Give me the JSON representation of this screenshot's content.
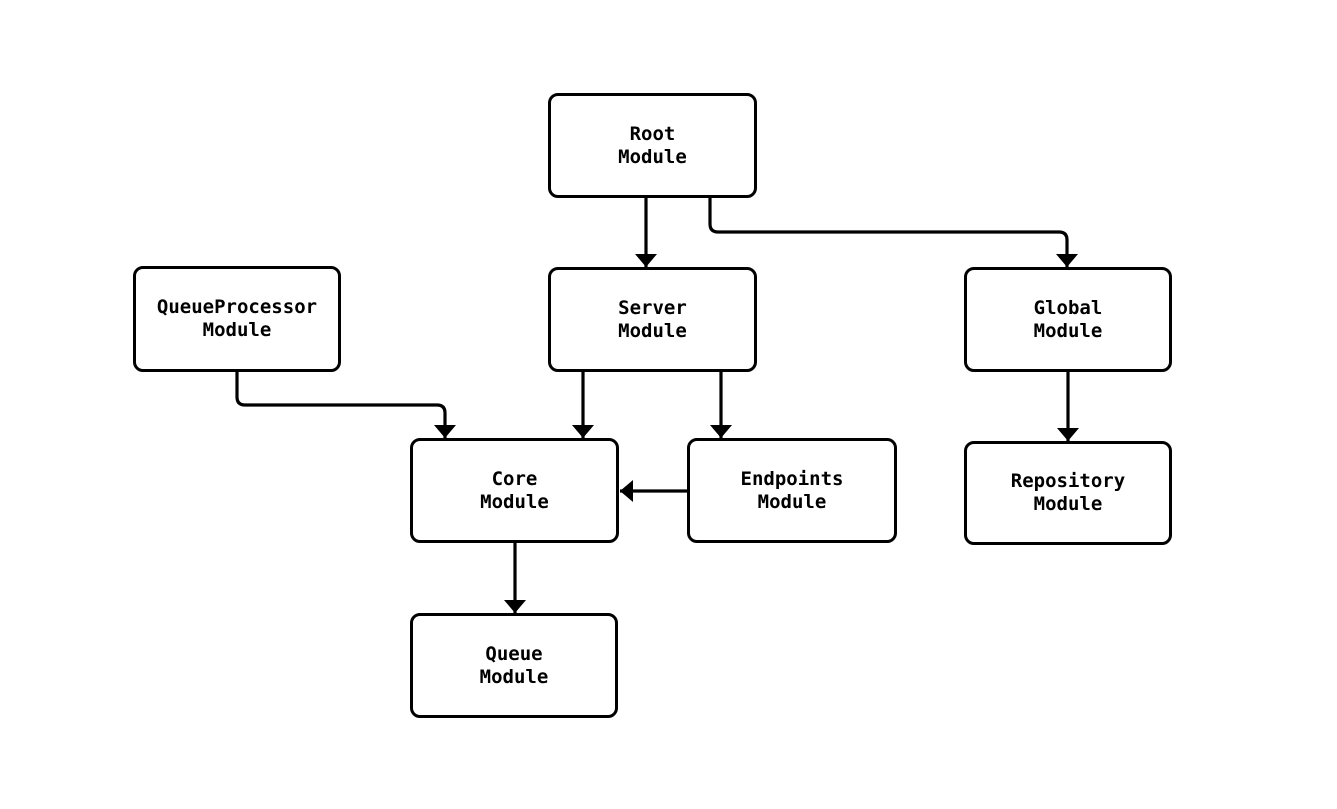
{
  "diagram": {
    "type": "flowchart",
    "background_color": "#ffffff",
    "node_fill_color": "#ffffff",
    "node_border_color": "#000000",
    "edge_color": "#000000",
    "text_color": "#000000",
    "nodes": {
      "root": {
        "line1": "Root",
        "line2": "Module"
      },
      "queueprocessor": {
        "line1": "QueueProcessor",
        "line2": "Module"
      },
      "server": {
        "line1": "Server",
        "line2": "Module"
      },
      "global": {
        "line1": "Global",
        "line2": "Module"
      },
      "core": {
        "line1": "Core",
        "line2": "Module"
      },
      "endpoints": {
        "line1": "Endpoints",
        "line2": "Module"
      },
      "repository": {
        "line1": "Repository",
        "line2": "Module"
      },
      "queue": {
        "line1": "Queue",
        "line2": "Module"
      }
    },
    "edges": [
      {
        "from": "root",
        "to": "server"
      },
      {
        "from": "root",
        "to": "global"
      },
      {
        "from": "queueprocessor",
        "to": "core"
      },
      {
        "from": "server",
        "to": "core"
      },
      {
        "from": "server",
        "to": "endpoints"
      },
      {
        "from": "endpoints",
        "to": "core"
      },
      {
        "from": "global",
        "to": "repository"
      },
      {
        "from": "core",
        "to": "queue"
      }
    ]
  }
}
